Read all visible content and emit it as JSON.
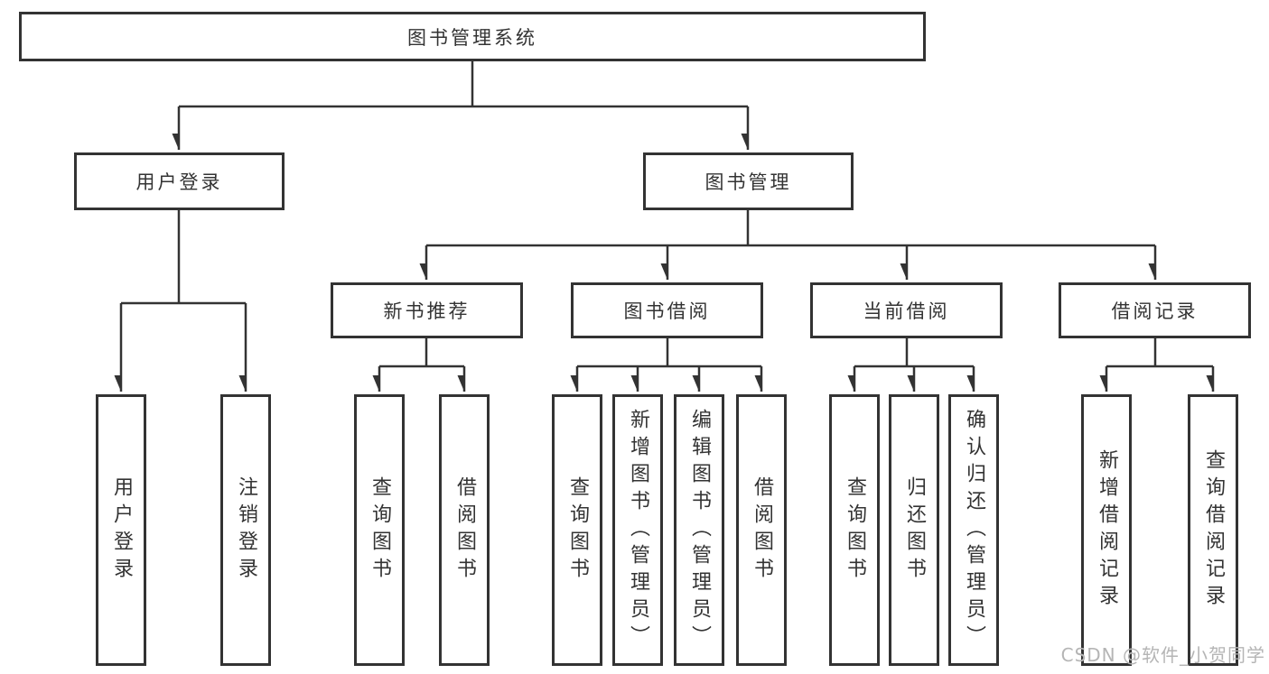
{
  "diagram": {
    "root": {
      "label": "图书管理系统"
    },
    "branches": [
      {
        "label": "用户登录",
        "children": [
          {
            "label": "用户登录"
          },
          {
            "label": "注销登录"
          }
        ]
      },
      {
        "label": "图书管理",
        "groups": [
          {
            "label": "新书推荐",
            "children": [
              {
                "label": "查询图书"
              },
              {
                "label": "借阅图书"
              }
            ]
          },
          {
            "label": "图书借阅",
            "children": [
              {
                "label": "查询图书"
              },
              {
                "label": "新增图书（管理员）"
              },
              {
                "label": "编辑图书（管理员）"
              },
              {
                "label": "借阅图书"
              }
            ]
          },
          {
            "label": "当前借阅",
            "children": [
              {
                "label": "查询图书"
              },
              {
                "label": "归还图书"
              },
              {
                "label": "确认归还（管理员）"
              }
            ]
          },
          {
            "label": "借阅记录",
            "children": [
              {
                "label": "新增借阅记录"
              },
              {
                "label": "查询借阅记录"
              }
            ]
          }
        ]
      }
    ]
  },
  "watermark": {
    "text": "CSDN @软件_小贺同学"
  },
  "colors": {
    "line": "#333333",
    "box_border": "#333333",
    "text": "#333333",
    "watermark": "#b5b5b5",
    "background": "#ffffff"
  }
}
